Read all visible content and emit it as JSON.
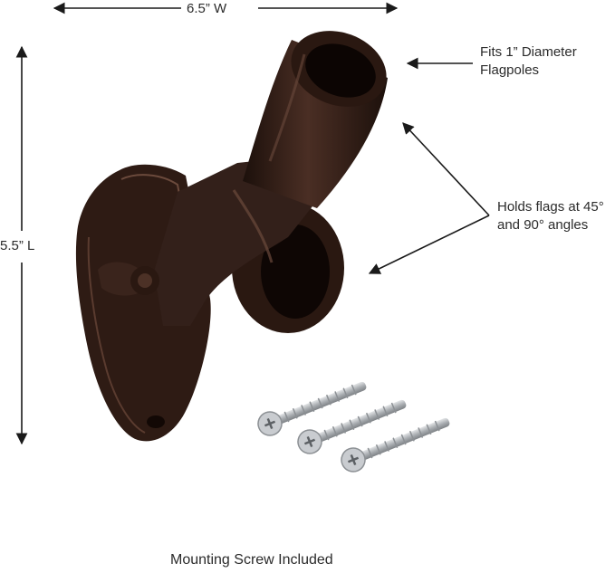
{
  "dimensions": {
    "width_label": "6.5” W",
    "length_label": "5.5” L"
  },
  "callouts": {
    "fits_line1": "Fits 1” Diameter",
    "fits_line2": "Flagpoles",
    "holds_line1": "Holds flags at 45°",
    "holds_line2": "and 90° angles"
  },
  "caption": "Mounting Screw Included",
  "colors": {
    "bracket": "#2e1b14",
    "bracket_highlight": "#6b4a3c",
    "screw": "#b9bcbf",
    "arrow": "#1a1a1a"
  }
}
